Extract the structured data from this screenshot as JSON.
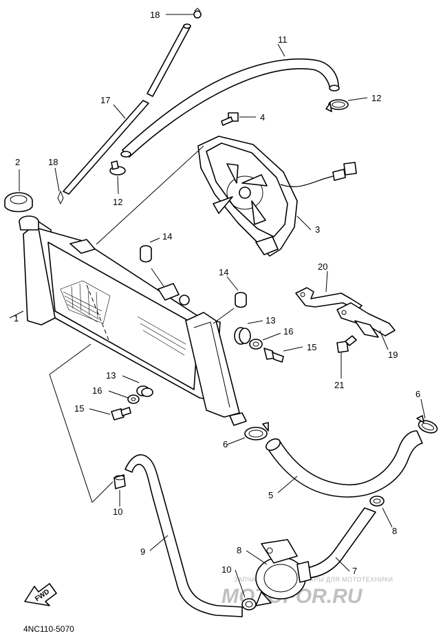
{
  "callouts": {
    "c1": "1",
    "c2": "2",
    "c3": "3",
    "c4": "4",
    "c5": "5",
    "c6a": "6",
    "c6b": "6",
    "c7": "7",
    "c8a": "8",
    "c8b": "8",
    "c9": "9",
    "c10a": "10",
    "c10b": "10",
    "c11": "11",
    "c12a": "12",
    "c12b": "12",
    "c13a": "13",
    "c13b": "13",
    "c14a": "14",
    "c14b": "14",
    "c15a": "15",
    "c15b": "15",
    "c16a": "16",
    "c16b": "16",
    "c17": "17",
    "c18a": "18",
    "c18b": "18",
    "c19": "19",
    "c20": "20",
    "c21": "21"
  },
  "direction_arrow": "FWD",
  "diagram_code": "4NC110-5070",
  "watermark": {
    "tagline": "ЗАПЧАСТИ И АКСЕССУАРЫ ДЛЯ МОТОТЕХНИКИ",
    "brand": "MOTOFOR.RU"
  }
}
